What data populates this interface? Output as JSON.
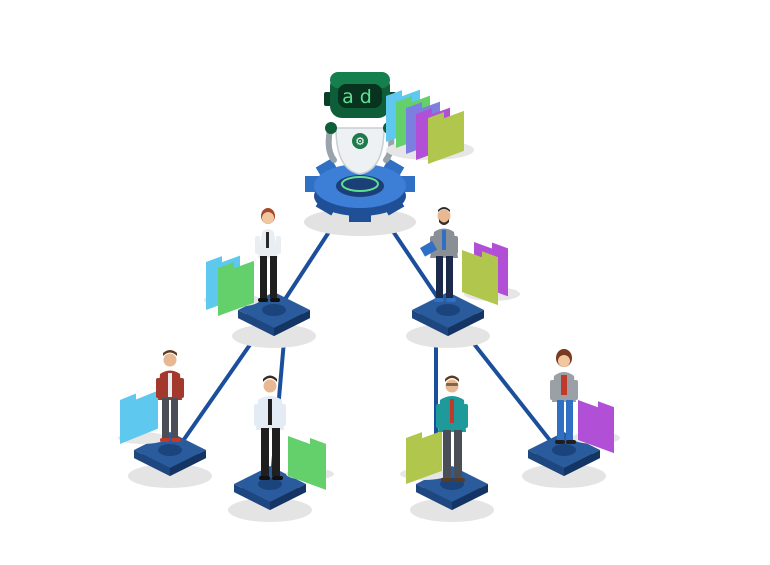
{
  "robot": {
    "visor_text": "ad",
    "head_color": "#0f5e3a",
    "visor_glyph_color": "#5fe08f",
    "gear_color": "#2f6fc4"
  },
  "colors": {
    "connector": "#1b4f9c",
    "pedestal_top": "#234f8d",
    "pedestal_side": "#163a6b",
    "shadow": "#e2e2e2"
  },
  "folder_palette": [
    "#5ec8ef",
    "#63d06b",
    "#b0c64d",
    "#b14fd6",
    "#7d7fe0"
  ],
  "nodes": [
    {
      "id": "mgr-left",
      "level": 1,
      "person": "woman-white-shirt",
      "folders": [
        "blue",
        "green"
      ]
    },
    {
      "id": "mgr-right",
      "level": 1,
      "person": "bearded-man-grey-suit",
      "folders": [
        "olive",
        "purple"
      ]
    },
    {
      "id": "emp-1",
      "level": 2,
      "person": "man-red-jacket",
      "folders": [
        "blue"
      ]
    },
    {
      "id": "emp-2",
      "level": 2,
      "person": "man-white-shirt-tie",
      "folders": [
        "green"
      ]
    },
    {
      "id": "emp-3",
      "level": 2,
      "person": "man-teal-suit",
      "folders": [
        "olive"
      ]
    },
    {
      "id": "emp-4",
      "level": 2,
      "person": "woman-grey-cardigan",
      "folders": [
        "purple"
      ]
    }
  ]
}
